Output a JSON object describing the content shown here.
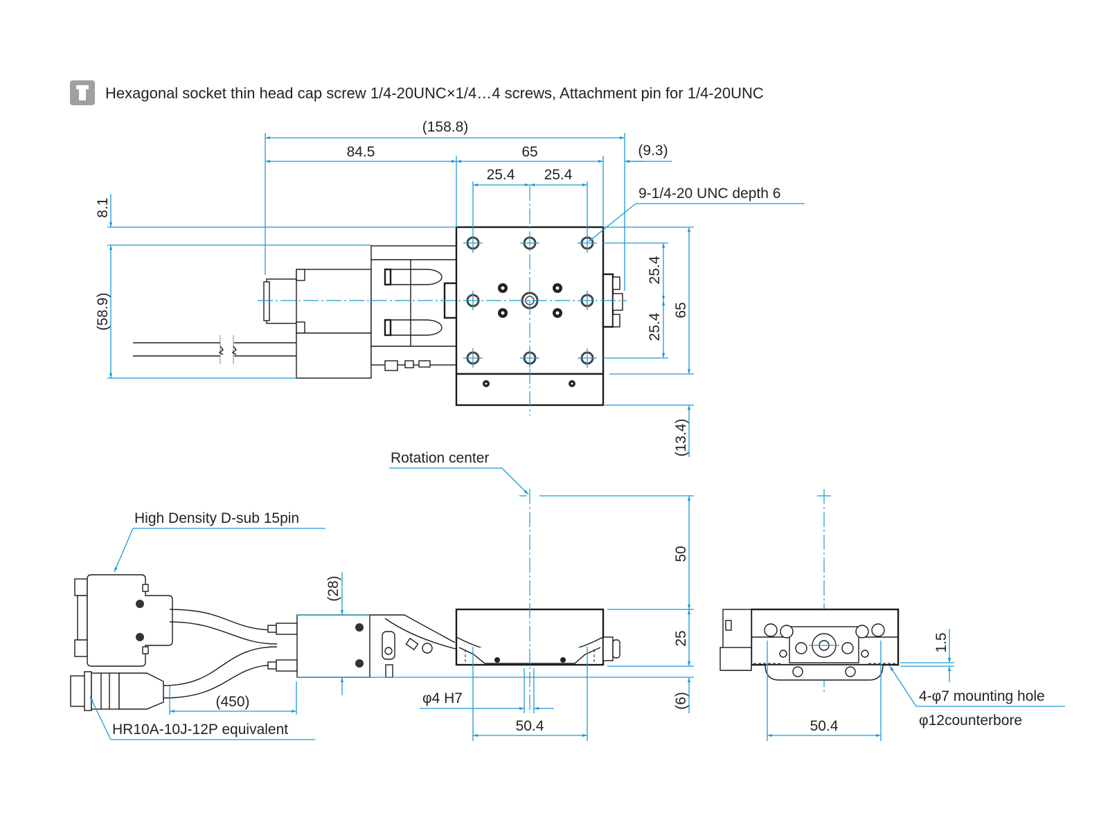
{
  "header": {
    "icon": "cap-screw-icon",
    "text": "Hexagonal socket thin head cap screw 1/4-20UNC×1/4…4 screws, Attachment pin for 1/4-20UNC"
  },
  "colors": {
    "dimension": "#1a9ad6",
    "outline": "#1a1a1a",
    "icon_bg": "#a0a0a0"
  },
  "top_view": {
    "dims": {
      "overall_width": "(158.8)",
      "left_offset": "84.5",
      "stage_width": "65",
      "right_overhang": "(9.3)",
      "hole_pitch_1": "25.4",
      "hole_pitch_2": "25.4",
      "top_offset": "8.1",
      "connector_height": "(58.9)",
      "vert_pitch_1": "25.4",
      "vert_pitch_2": "25.4",
      "stage_height": "65",
      "bottom_overhang": "(13.4)"
    },
    "callout_holes": "9-1/4-20 UNC depth 6"
  },
  "side_view": {
    "callouts": {
      "rotation_center": "Rotation center",
      "dsub": "High Density D-sub 15pin",
      "hr10": "HR10A-10J-12P equivalent",
      "pin": "φ4 H7"
    },
    "dims": {
      "connector_block": "(28)",
      "cable_length": "(450)",
      "height_to_center": "50",
      "stage_height": "25",
      "base_offset": "(6)",
      "hole_span": "50.4"
    }
  },
  "front_view": {
    "dims": {
      "counterbore_depth": "1.5",
      "hole_span": "50.4"
    },
    "callout_line1": "4-φ7 mounting hole",
    "callout_line2": "φ12counterbore"
  }
}
